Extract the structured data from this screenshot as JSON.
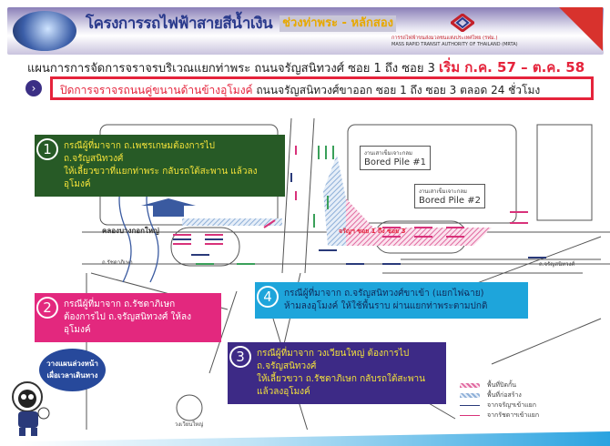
{
  "header": {
    "title": "โครงการรถไฟฟ้าสายสีน้ำเงิน",
    "subtitle": "ช่วงท่าพระ - หลักสอง",
    "org_th": "การรถไฟฟ้าขนส่งมวลชนแห่งประเทศไทย (รฟม.)",
    "org_en": "MASS RAPID TRANSIT AUTHORITY OF THAILAND (MRTA)"
  },
  "headline": {
    "text": "แผนการการจัดการจราจรบริเวณแยกท่าพระ ถนนจรัญสนิทวงศ์ ซอย 1 ถึง ซอย 3 ",
    "period": "เริ่ม ก.ค. 57 – ต.ค. 58"
  },
  "notice": {
    "highlight": "ปิดการจราจรถนนคู่ขนานด้านข้างอุโมงค์",
    "text": " ถนนจรัญสนิทวงศ์ขาออก ซอย 1 ถึง ซอย 3 ตลอด 24 ชั่วโมง"
  },
  "cases": [
    {
      "num": "1",
      "line1": "กรณีผู้ที่มาจาก ถ.เพชรเกษมต้องการไป ถ.จรัญสนิทวงศ์",
      "line2": "ให้เลี้ยวขวาที่แยกท่าพระ กลับรถใต้สะพาน แล้วลงอุโมงค์"
    },
    {
      "num": "2",
      "line1": "กรณีผู้ที่มาจาก ถ.รัชดาภิเษก",
      "line2": "ต้องการไป ถ.จรัญสนิทวงศ์ ให้ลงอุโมงค์"
    },
    {
      "num": "3",
      "line1": "กรณีผู้ที่มาจาก วงเวียนใหญ่ ต้องการไป ถ.จรัญสนิทวงศ์",
      "line2": "ให้เลี้ยวขวา ถ.รัชดาภิเษก กลับรถใต้สะพาน แล้วลงอุโมงค์"
    },
    {
      "num": "4",
      "line1": "กรณีผู้ที่มาจาก ถ.จรัญสนิทวงศ์ขาเข้า (แยกไฟฉาย)",
      "line2": "ห้ามลงอุโมงค์ ให้ใช้พื้นราบ ผ่านแยกท่าพระตามปกติ"
    }
  ],
  "map_labels": {
    "canal": "คลองบางกอกใหญ่",
    "ratchada": "ถ.รัชดาภิเษก",
    "charan": "ถ.จรัญสนิทวงศ์",
    "closed_zone": "จรัญฯ ซอย 1 ถึง ซอย 3",
    "wongwian": "วงเวียนใหญ่",
    "pile1_th": "งานเสาเข็มเจาะกลม",
    "pile1_en": "Bored Pile #1",
    "pile2_th": "งานเสาเข็มเจาะกลม",
    "pile2_en": "Bored Pile #2"
  },
  "mascot_bubble": {
    "line1": "วางแผนล่วงหน้า",
    "line2": "เผื่อเวลาเดินทาง"
  },
  "legend": [
    {
      "label": "พื้นที่ปิดกั้น",
      "color": "#e06aa0"
    },
    {
      "label": "พื้นที่ก่อสร้าง",
      "color": "#8fb0d8"
    },
    {
      "label": "จากจรัญฯเข้าแยก",
      "color": "#2a3a7a"
    },
    {
      "label": "จากรัชดาฯเข้าแยก",
      "color": "#d8327a"
    }
  ]
}
